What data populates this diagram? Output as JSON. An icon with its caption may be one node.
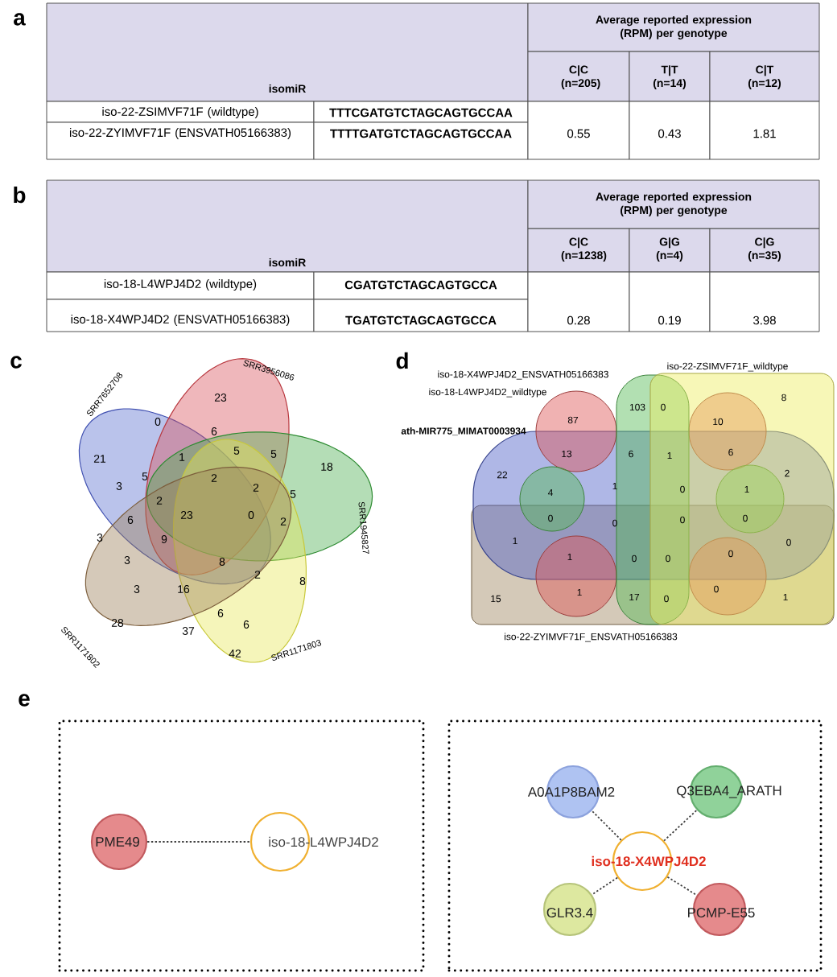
{
  "diagram": {
    "nodes": [
      {
        "text": [],
        "shape": "box"
      },
      {
        "text": [
          "PME49"
        ],
        "in": 0
      },
      {
        "text": [
          "iso-18-L4WPJ4D2"
        ],
        "in": 0
      },
      {
        "text": [],
        "shape": "box"
      },
      {
        "text": [
          "A0A1P8BAM2"
        ],
        "in": 3
      },
      {
        "text": [
          "Q3EBA4_ARATH"
        ],
        "in": 3
      },
      {
        "text": [
          "iso-18-X4WPJ4D2"
        ],
        "in": 3
      },
      {
        "text": [
          "GLR3.4"
        ],
        "in": 3
      },
      {
        "text": [
          "PCMP-E55"
        ],
        "in": 3
      }
    ],
    "edges": [
      {
        "from": 1,
        "to": 2,
        "arrow": "none",
        "style": "dashed"
      },
      {
        "from": 6,
        "to": 4,
        "arrow": "none",
        "style": "dashed"
      },
      {
        "from": 6,
        "to": 5,
        "arrow": "none",
        "style": "dashed"
      },
      {
        "from": 6,
        "to": 7,
        "arrow": "none",
        "style": "dashed"
      },
      {
        "from": 6,
        "to": 8,
        "arrow": "none",
        "style": "dashed"
      }
    ],
    "labels": [
      "a",
      "isomiR",
      "Average reported expression (RPM) per genotype",
      "C|C (n=205)",
      "T|T (n=14)",
      "C|T (n=12)",
      "iso-22-ZSIMVF71F (wildtype)",
      "TTTCGATGTCTAGCAGTGCCAA",
      "iso-22-ZYIMVF71F (ENSVATH05166383)",
      "TTTTGATGTCTAGCAGTGCCAA",
      "0.55",
      "0.43",
      "1.81",
      "b",
      "isomiR",
      "Average reported expression (RPM) per genotype",
      "C|C (n=1238)",
      "G|G (n=4)",
      "C|G (n=35)",
      "iso-18-L4WPJ4D2 (wildtype)",
      "CGATGTCTAGCAGTGCCA",
      "iso-18-X4WPJ4D2 (ENSVATH05166383)",
      "TGATGTCTAGCAGTGCCA",
      "0.28",
      "0.19",
      "3.98",
      "c",
      "SRR3956086",
      "SRR7652708",
      "SRR1945827",
      "SRR1171802",
      "SRR1171803",
      "23",
      "0",
      "6",
      "21",
      "1",
      "5",
      "5",
      "18",
      "5",
      "2",
      "3",
      "2",
      "5",
      "2",
      "23",
      "0",
      "6",
      "2",
      "3",
      "9",
      "3",
      "8",
      "2",
      "8",
      "3",
      "16",
      "28",
      "37",
      "6",
      "6",
      "42",
      "d",
      "iso-22-ZSIMVF71F_wildtype",
      "iso-18-X4WPJ4D2_ENSVATH05166383",
      "iso-18-L4WPJ4D2_wildtype",
      "ath-MIR775_MIMAT0003934",
      "8",
      "103",
      "0",
      "87",
      "10",
      "13",
      "6",
      "1",
      "6",
      "22",
      "2",
      "4",
      "1",
      "0",
      "1",
      "0",
      "0",
      "0",
      "0",
      "1",
      "0",
      "1",
      "0",
      "0",
      "0",
      "15",
      "1",
      "17",
      "0",
      "0",
      "1",
      "iso-22-ZYIMVF71F_ENSVATH05166383",
      "e"
    ]
  }
}
